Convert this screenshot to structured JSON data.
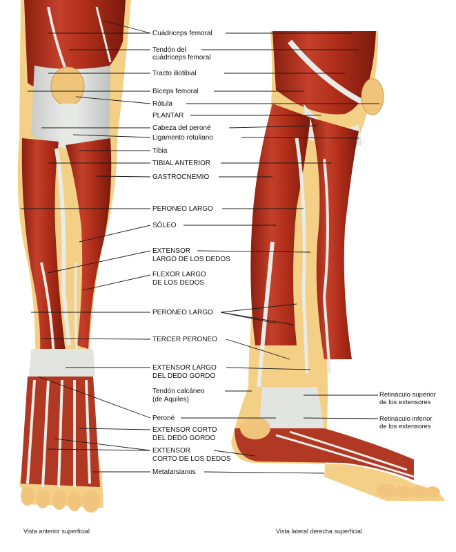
{
  "labels": {
    "l1": "Cuádriceps femoral",
    "l2a": "Tendón del",
    "l2b": "cuádriceps femoral",
    "l3": "Tracto iliotibial",
    "l4": "Bíceps femoral",
    "l5": "Rótula",
    "l6": "PLANTAR",
    "l7": "Cabeza del peroné",
    "l8": "Ligamento rotuliano",
    "l9": "Tibia",
    "l10": "TIBIAL ANTERIOR",
    "l11": "GASTROCNEMIO",
    "l12": "PERONEO LARGO",
    "l13": "SÓLEO",
    "l14a": "EXTENSOR",
    "l14b": "LARGO DE LOS DEDOS",
    "l15a": "FLEXOR LARGO",
    "l15b": "DE LOS DEDOS",
    "l16": "PERONEO LARGO",
    "l17": "TERCER PERONEO",
    "l18a": "EXTENSOR LARGO",
    "l18b": "DEL DEDO GORDO",
    "l19a": "Tendón calcáneo",
    "l19b": "(de Aquiles)",
    "l20": "Peroné",
    "l21a": "EXTENSOR CORTO",
    "l21b": "DEL DEDO GORDO",
    "l22a": "EXTENSOR",
    "l22b": "CORTO DE LOS DEDOS",
    "l23": "Metatarsianos",
    "r1a": "Retináculo superior",
    "r1b": "de los extensores",
    "r2a": "Retináculo inferior",
    "r2b": "de los extensores"
  },
  "captions": {
    "left": "Vista anterior superficial",
    "right": "Vista lateral derecha superficial"
  },
  "colors": {
    "muscle": "#b5311c",
    "muscle_dark": "#7d1a0e",
    "muscle_light": "#d8553a",
    "tendon": "#d9dcd8",
    "bone": "#f0c47a",
    "skin": "#f6d28e",
    "line": "#1a1a1a"
  }
}
